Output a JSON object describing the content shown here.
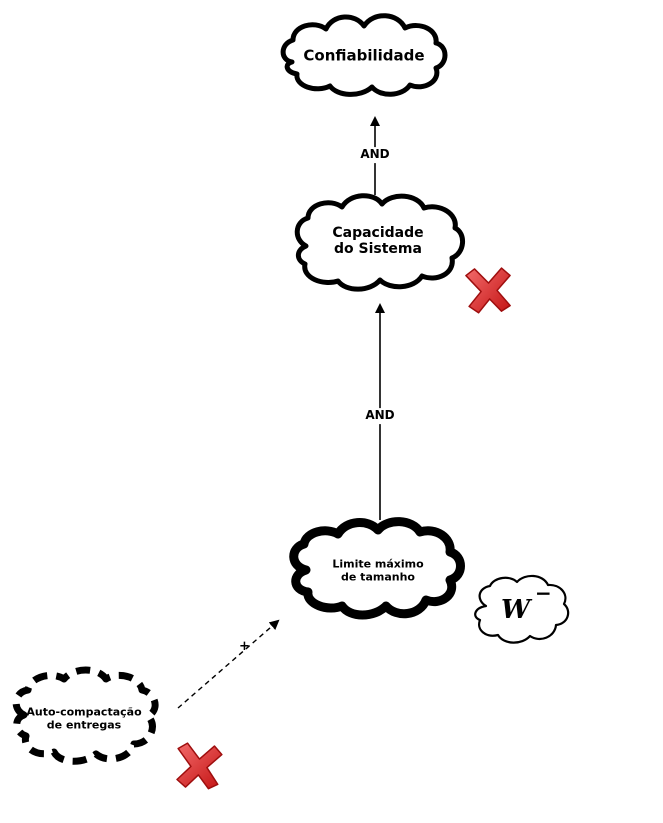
{
  "goals": {
    "confiabilidade": "Confiabilidade",
    "capacidade_line1": "Capacidade",
    "capacidade_line2": "do Sistema",
    "limite_line1": "Limite máximo",
    "limite_line2": "de tamanho",
    "auto_line1": "Auto-compactação",
    "auto_line2": "de entregas"
  },
  "links": {
    "and_top": "AND",
    "and_middle": "AND",
    "contribution": "+"
  },
  "marks": {
    "weak_denied_symbol": "W",
    "weak_denied_sign": "−",
    "denied_color": "#dd1f1f"
  }
}
